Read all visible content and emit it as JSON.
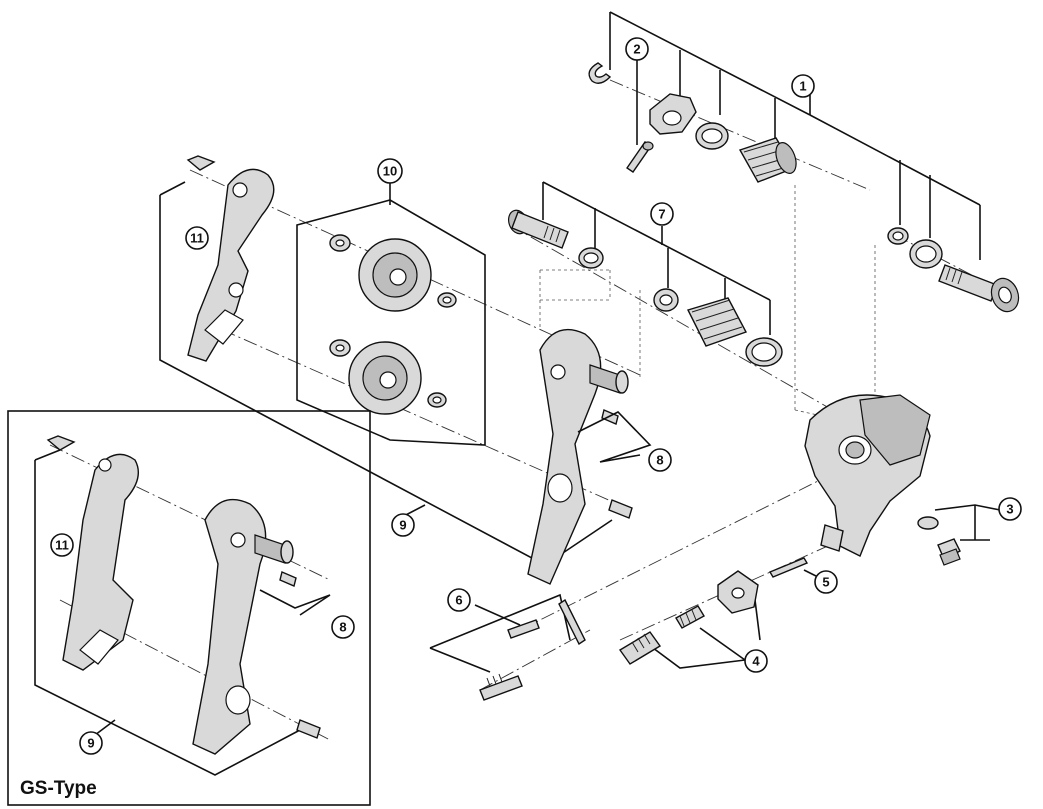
{
  "callouts": {
    "c1": "1",
    "c2": "2",
    "c3": "3",
    "c4": "4",
    "c5": "5",
    "c6": "6",
    "c7": "7",
    "c8": "8",
    "c9": "9",
    "c10": "10",
    "c11": "11",
    "c8b": "8",
    "c9b": "9",
    "c11b": "11"
  },
  "inset": {
    "label": "GS-Type"
  }
}
